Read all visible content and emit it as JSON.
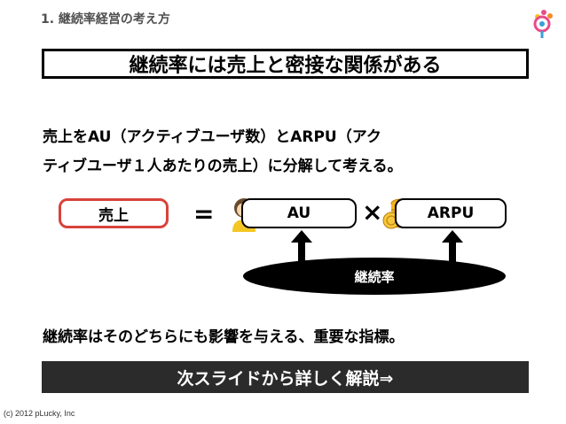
{
  "header": {
    "title": "1. 継続率経営の考え方"
  },
  "headline": "継続率には売上と密接な関係がある",
  "body": {
    "line1": "売上をAU（アクティブユーザ数）とARPU（アク",
    "line2": "ティブユーザ１人あたりの売上）に分解して考える。",
    "line3": "継続率はそのどちらにも影響を与える、重要な指標。"
  },
  "equation": {
    "sales_label": "売上",
    "equals": "=",
    "au_label": "AU",
    "times": "×",
    "arpu_label": "ARPU"
  },
  "retention_label": "継続率",
  "banner": "次スライドから詳しく解説⇒",
  "footer": "(c) 2012 pLucky, Inc",
  "colors": {
    "sales_border": "#d8423a",
    "banner_bg": "#2b2b2b"
  }
}
